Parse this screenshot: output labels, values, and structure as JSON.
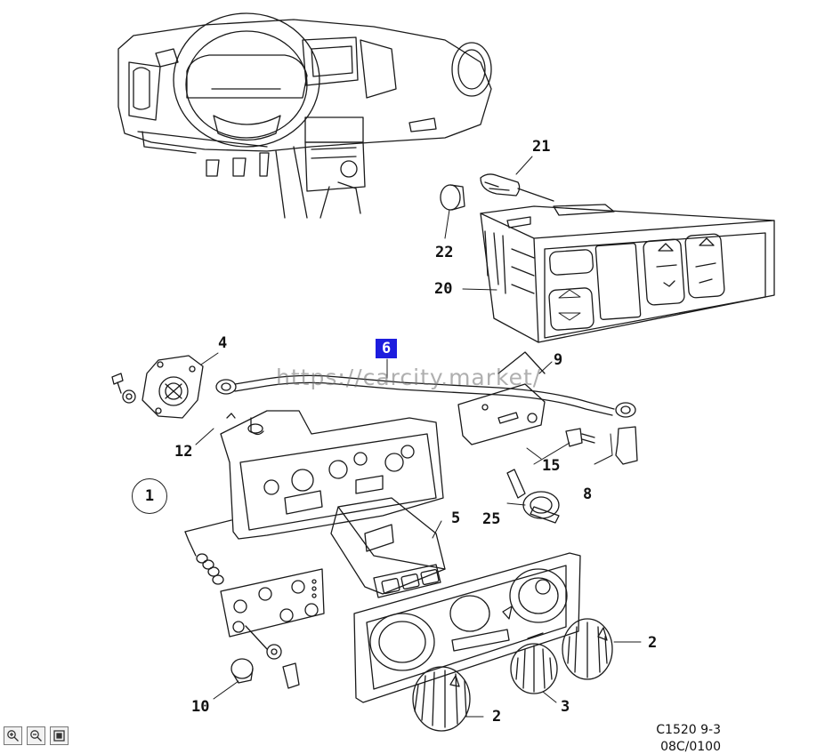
{
  "callouts": {
    "c1": "1",
    "c2a": "2",
    "c2b": "2",
    "c3": "3",
    "c4": "4",
    "c5": "5",
    "c6": "6",
    "c8": "8",
    "c9": "9",
    "c10": "10",
    "c12": "12",
    "c15": "15",
    "c20": "20",
    "c21": "21",
    "c22": "22",
    "c25": "25"
  },
  "highlight_color": "#1d1dde",
  "watermark": "https://carcity.market/",
  "reference": {
    "line1": "C1520 9-3",
    "line2": "08C/0100"
  },
  "toolbar": {
    "zoom_in_icon": "zoom-in-icon",
    "zoom_out_icon": "zoom-out-icon",
    "fit_icon": "fit-page-icon"
  }
}
